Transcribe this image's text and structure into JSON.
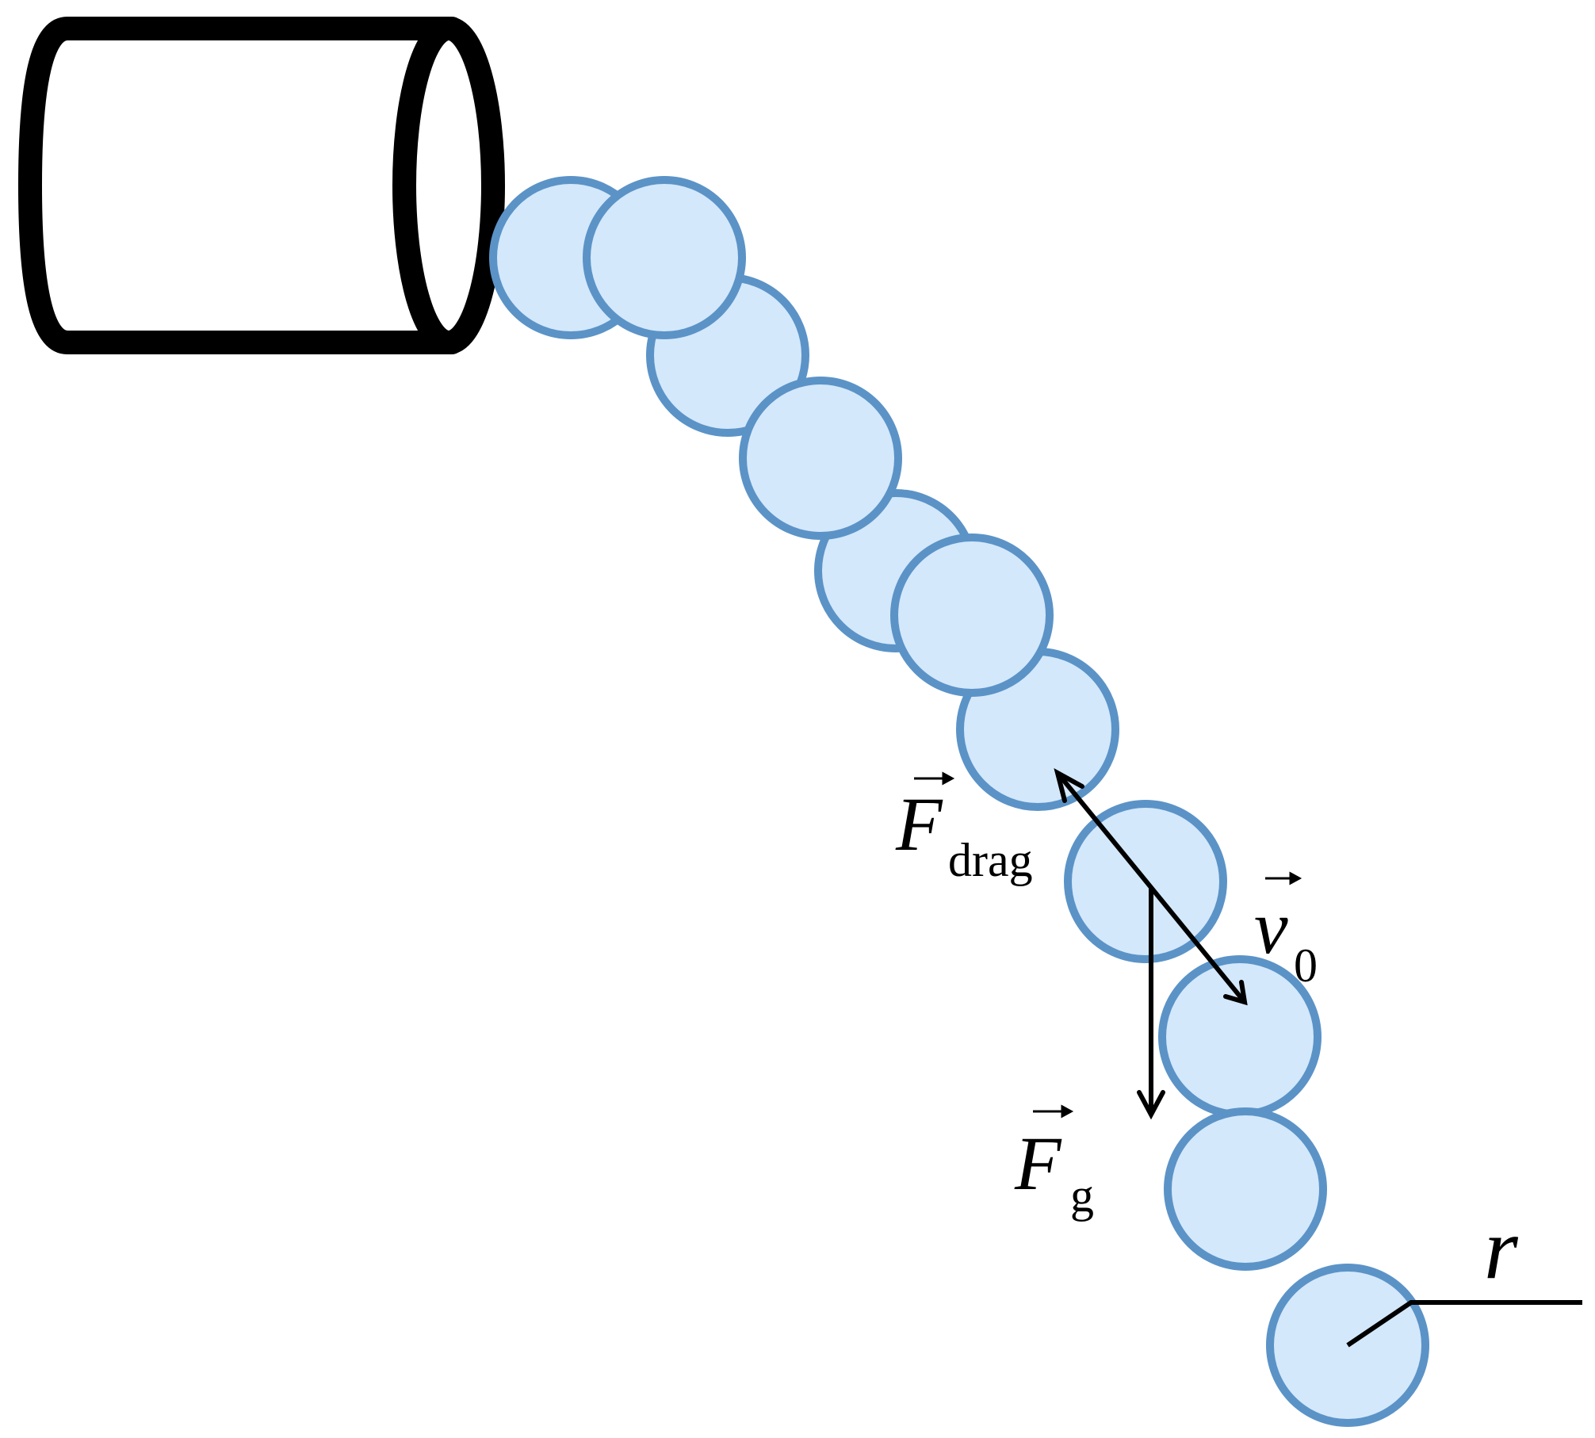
{
  "labels": {
    "drag_force": {
      "symbol": "F",
      "subscript": "drag"
    },
    "gravity_force": {
      "symbol": "F",
      "subscript": "g"
    },
    "initial_velocity": {
      "symbol": "v",
      "subscript": "0"
    },
    "radius": {
      "symbol": "r"
    }
  },
  "colors": {
    "droplet_fill": "#d4e8fb",
    "droplet_stroke": "#5b93c7",
    "ink": "#000000"
  }
}
